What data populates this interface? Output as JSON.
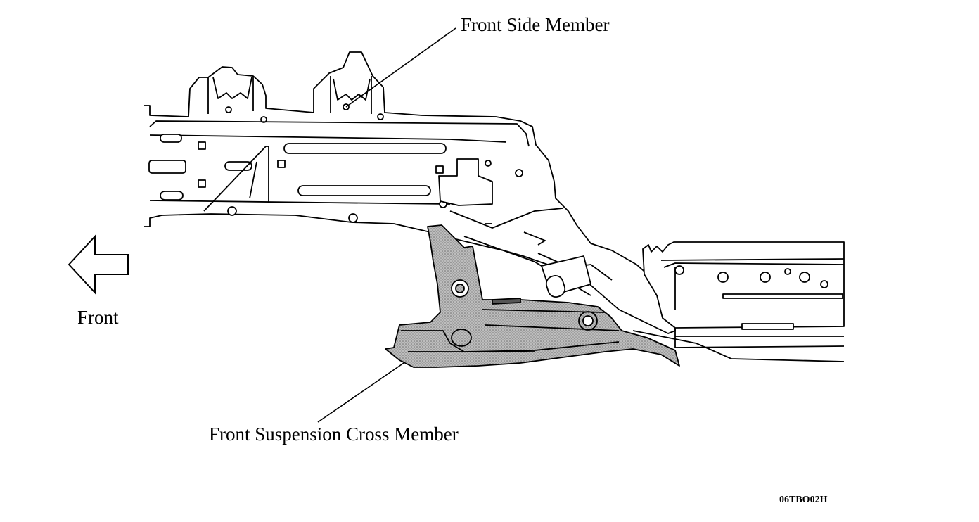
{
  "labels": {
    "front_side_member": "Front Side Member",
    "front_suspension_cross_member": "Front Suspension Cross Member",
    "front": "Front",
    "figure_code": "06TBO02H"
  },
  "colors": {
    "line": "#000000",
    "background": "#ffffff",
    "shaded_part": "#a9a9a9"
  },
  "icons": {
    "direction_arrow": "arrow-left-icon"
  }
}
